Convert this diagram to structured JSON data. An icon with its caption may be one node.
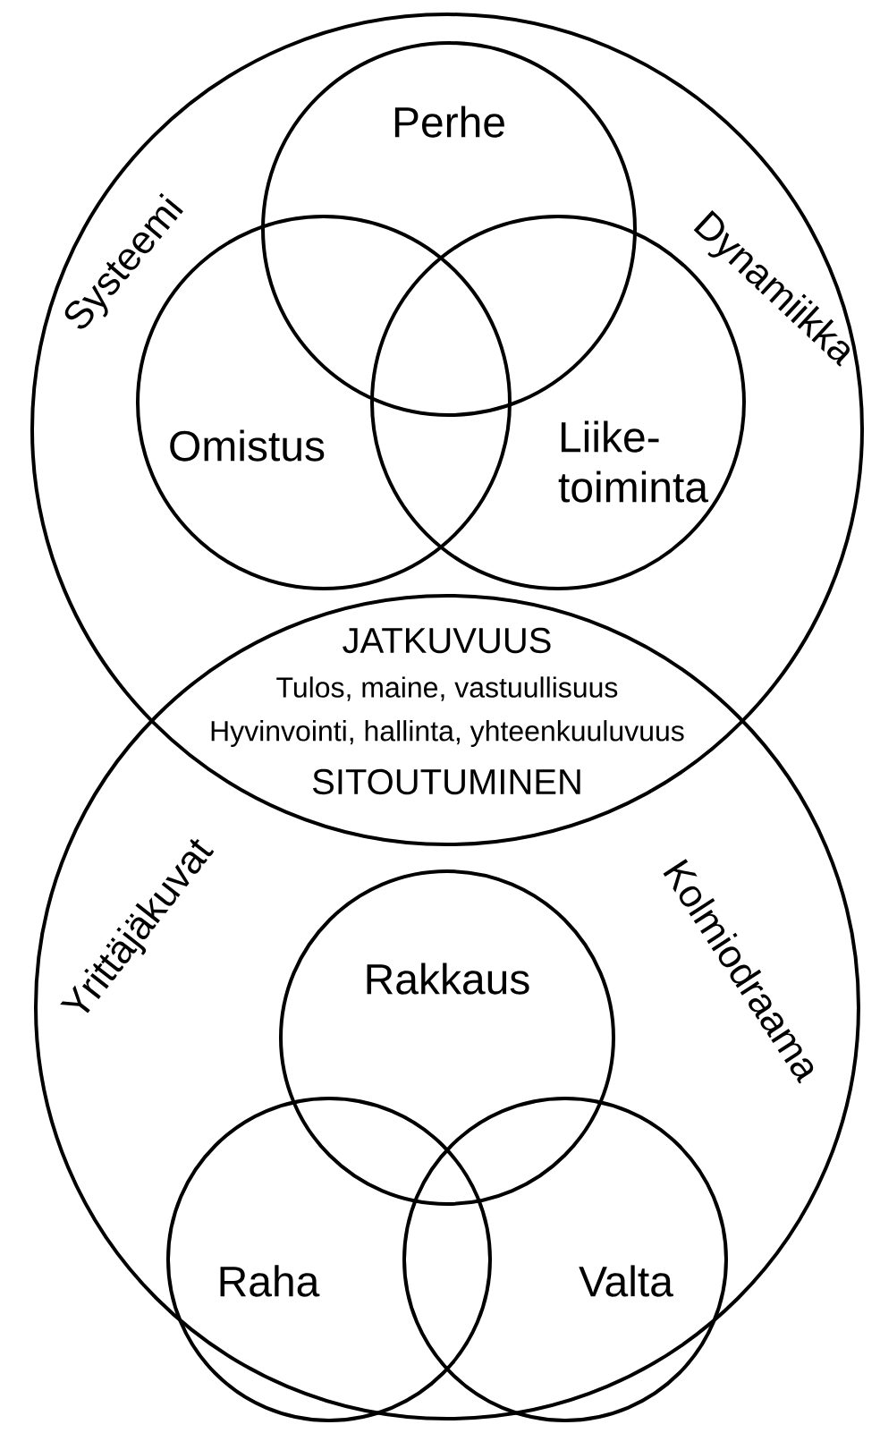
{
  "diagram": {
    "nodes": [
      {
        "text": [
          "Systeemi",
          "Dynamiikka"
        ]
      },
      {
        "text": [
          "Perhe"
        ],
        "in": 0
      },
      {
        "text": [
          "Omistus"
        ],
        "in": 0
      },
      {
        "text": [
          "Liike- toiminta"
        ],
        "in": 0
      },
      {
        "text": [
          "Yrittäjäkuvat",
          "Kolmiodraama"
        ]
      },
      {
        "text": [
          "Rakkaus"
        ],
        "in": 4
      },
      {
        "text": [
          "Raha"
        ],
        "in": 4
      },
      {
        "text": [
          "Valta"
        ],
        "in": 4
      }
    ],
    "labels": [
      "JATKUVUUS",
      "Tulos, maine, vastuullisuus",
      "Hyvinvointi, hallinta, yhteenkuuluvuus",
      "SITOUTUMINEN"
    ]
  }
}
